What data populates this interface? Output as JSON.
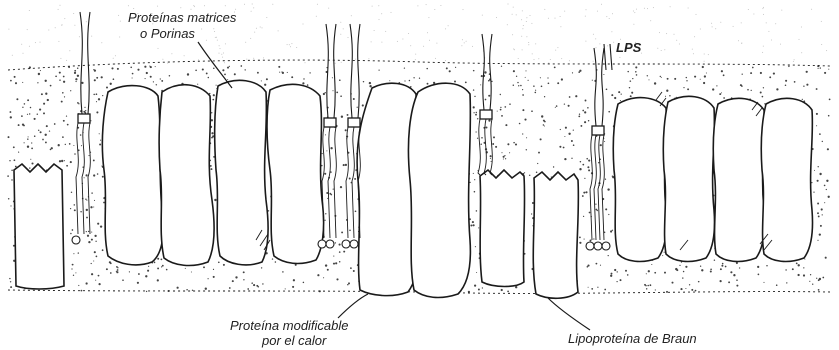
{
  "labels": {
    "porins": [
      "Proteínas matrices",
      "o Porinas"
    ],
    "lps": "LPS",
    "heat_modifiable": [
      "Proteína modificable",
      "por el calor"
    ],
    "braun": "Lipoproteína de Braun"
  },
  "colors": {
    "ink": "#1a1a1a",
    "membrane_dots": "#444444",
    "background": "#ffffff"
  }
}
